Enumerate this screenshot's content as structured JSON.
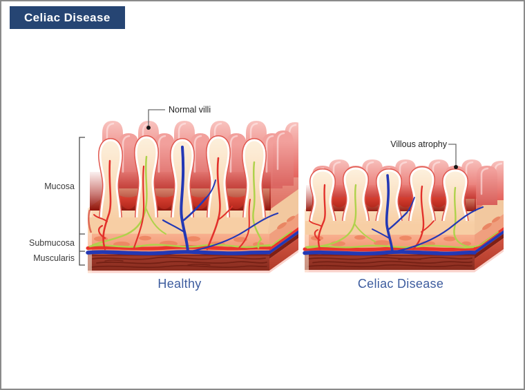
{
  "header": {
    "title": "Celiac Disease"
  },
  "layer_labels": {
    "mucosa": "Mucosa",
    "submucosa": "Submucosa",
    "muscularis": "Muscularis"
  },
  "callouts": {
    "healthy": "Normal villi",
    "celiac": "Villous atrophy"
  },
  "panels": {
    "healthy_caption": "Healthy",
    "celiac_caption": "Celiac Disease"
  },
  "colors": {
    "badge_bg": "#264573",
    "badge_text": "#FFFFFF",
    "caption_text": "#3D5C9E",
    "frame_border": "#8A8A8A",
    "label_text": "#3A3A3A",
    "leader_line": "#6A6A6A",
    "villi_cream": "#FBE4C4",
    "villi_rim": "#E0574E",
    "villi_pink": "#F2A09C",
    "shadow_red": "#8C130B",
    "submucosa": "#F3997A",
    "artery_red": "#E8352C",
    "vein_blue": "#2338B5",
    "lacteal_green": "#AFD24B",
    "muscularis": "#9A372A"
  }
}
